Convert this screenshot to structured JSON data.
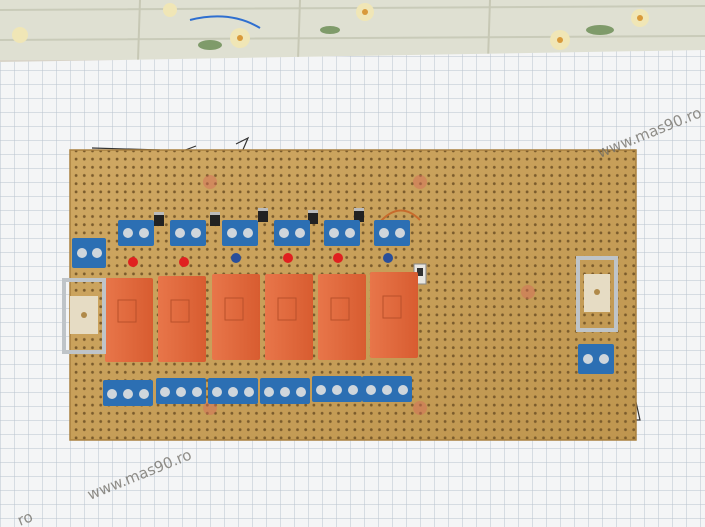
{
  "watermarks": {
    "top_right": "www.mas90.ro",
    "bottom_left": "www.mas90.ro",
    "bottom_corner": "ro"
  },
  "colors": {
    "board": "#c9a15a",
    "relay": "#e0673a",
    "terminal": "#2c6fb3",
    "led": "#e02020",
    "paper": "#f4f5f6",
    "grid": "#b7c0cc"
  },
  "components": {
    "relay_count": 6,
    "top_terminal_blocks": 6,
    "bottom_terminal_blocks": 6,
    "side_terminal_blocks": 2,
    "fuse_holders": 2,
    "leds": 6,
    "diodes": 6
  }
}
